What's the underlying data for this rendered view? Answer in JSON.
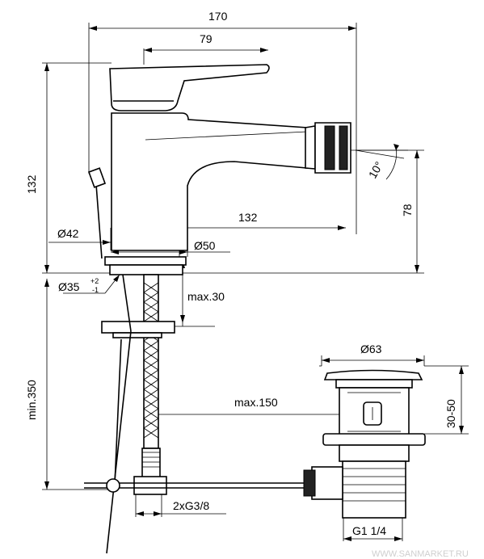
{
  "dimensions": {
    "width_total": "170",
    "lever_offset": "79",
    "height_total": "132",
    "spout_reach": "132",
    "spout_height": "78",
    "angle": "10°",
    "body_diameter": "Ø42",
    "base_diameter": "Ø50",
    "hole_diameter": "Ø35",
    "hole_tol_plus": "+2",
    "hole_tol_minus": "-1",
    "max_deck": "max.30",
    "min_350": "min.350",
    "waste_diameter": "Ø63",
    "waste_range": "30-50",
    "max_150": "max.150",
    "connector_thread": "2xG3/8",
    "waste_thread": "G1 1/4"
  },
  "watermark": "WWW.SANMARKET.RU"
}
